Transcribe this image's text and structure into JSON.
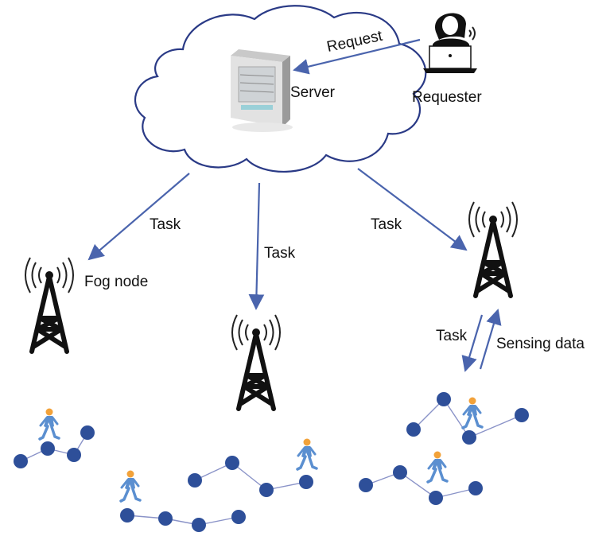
{
  "labels": {
    "request": "Request",
    "server": "Server",
    "requester": "Requester",
    "task_left": "Task",
    "task_middle": "Task",
    "task_right": "Task",
    "fog_node": "Fog node",
    "task_up": "Task",
    "sensing_data": "Sensing data"
  },
  "colors": {
    "arrow": "#4a64ad",
    "node": "#2e4f99",
    "cloud_outline": "#2a3a86",
    "person": "#5b8fd0",
    "person_head": "#f2a23a"
  },
  "icons": {
    "server": "server-icon",
    "requester": "requester-laptop-icon",
    "tower": "radio-tower-icon",
    "person": "walking-person-icon"
  }
}
